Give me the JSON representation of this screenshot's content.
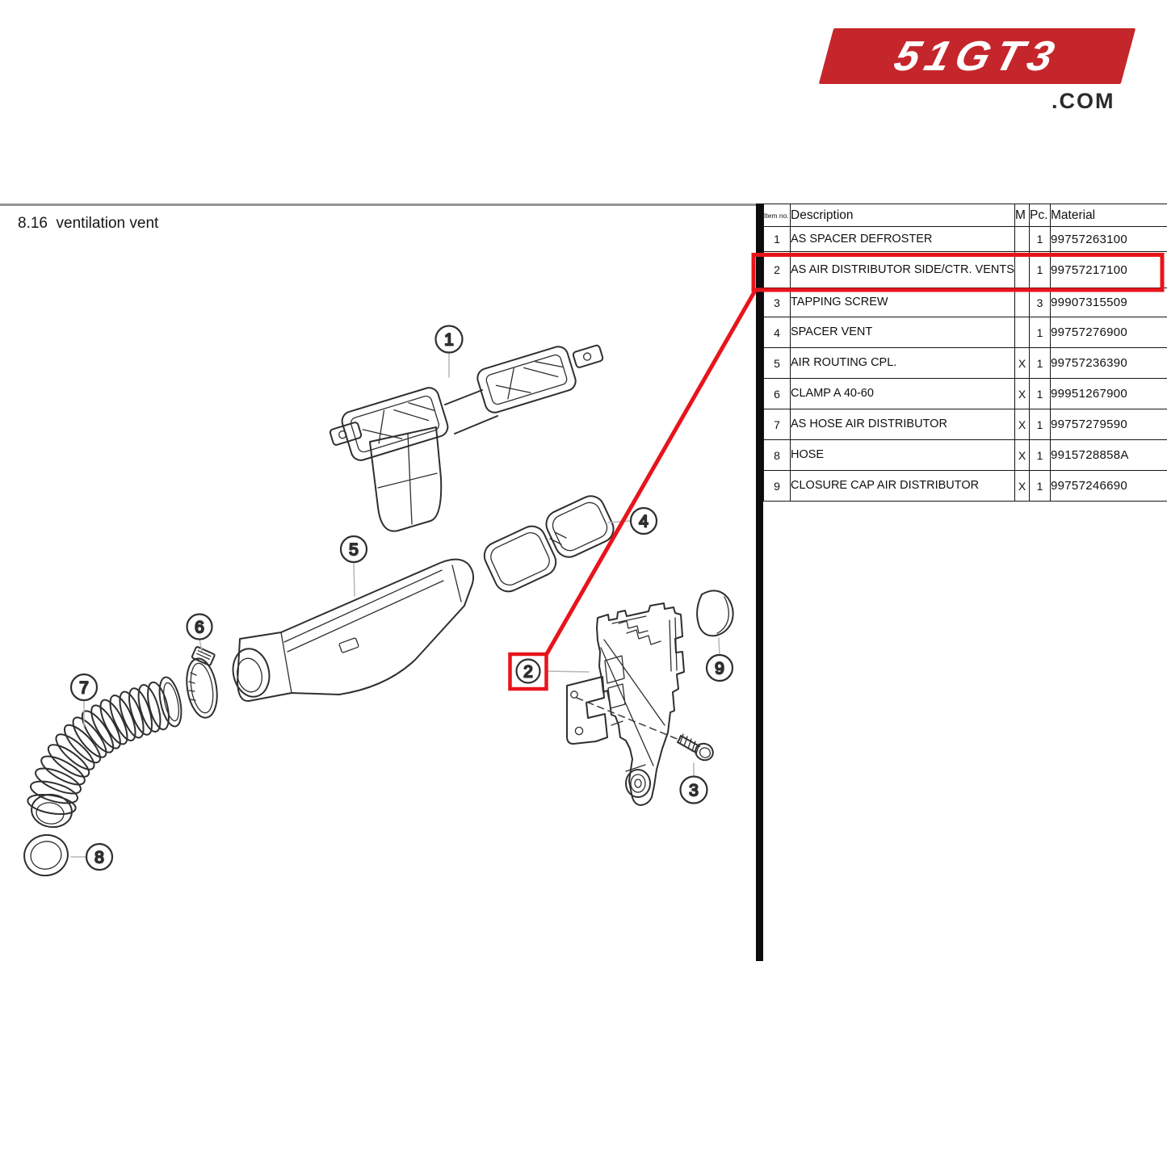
{
  "brand": {
    "name": "51GT3",
    "suffix": ".COM",
    "logo_red": "#c5262b"
  },
  "page": {
    "section_title": "8.16  ventilation vent"
  },
  "colors": {
    "annotation_red": "#e8141b",
    "divider_black": "#0c0c0c",
    "rule_gray": "#949494"
  },
  "table": {
    "headers": {
      "item_no": "Item no.",
      "description": "Description",
      "m": "M",
      "pc": "Pc.",
      "material": "Material"
    },
    "rows": [
      {
        "item": "1",
        "description": "AS SPACER DEFROSTER",
        "m": "",
        "pc": "1",
        "material": "99757263100",
        "highlighted": false
      },
      {
        "item": "2",
        "description": "AS AIR DISTRIBUTOR SIDE/CTR. VENTS",
        "m": "",
        "pc": "1",
        "material": "99757217100",
        "highlighted": true
      },
      {
        "item": "3",
        "description": "TAPPING SCREW",
        "m": "",
        "pc": "3",
        "material": "99907315509",
        "highlighted": false
      },
      {
        "item": "4",
        "description": "SPACER VENT",
        "m": "",
        "pc": "1",
        "material": "99757276900",
        "highlighted": false
      },
      {
        "item": "5",
        "description": "AIR ROUTING CPL.",
        "m": "X",
        "pc": "1",
        "material": "99757236390",
        "highlighted": false
      },
      {
        "item": "6",
        "description": "CLAMP A 40-60",
        "m": "X",
        "pc": "1",
        "material": "99951267900",
        "highlighted": false
      },
      {
        "item": "7",
        "description": "AS HOSE AIR DISTRIBUTOR",
        "m": "X",
        "pc": "1",
        "material": "99757279590",
        "highlighted": false
      },
      {
        "item": "8",
        "description": "HOSE",
        "m": "X",
        "pc": "1",
        "material": "9915728858A",
        "highlighted": false
      },
      {
        "item": "9",
        "description": "CLOSURE CAP AIR DISTRIBUTOR",
        "m": "X",
        "pc": "1",
        "material": "99757246690",
        "highlighted": false
      }
    ]
  },
  "callouts": [
    "1",
    "2",
    "3",
    "4",
    "5",
    "6",
    "7",
    "8",
    "9"
  ]
}
